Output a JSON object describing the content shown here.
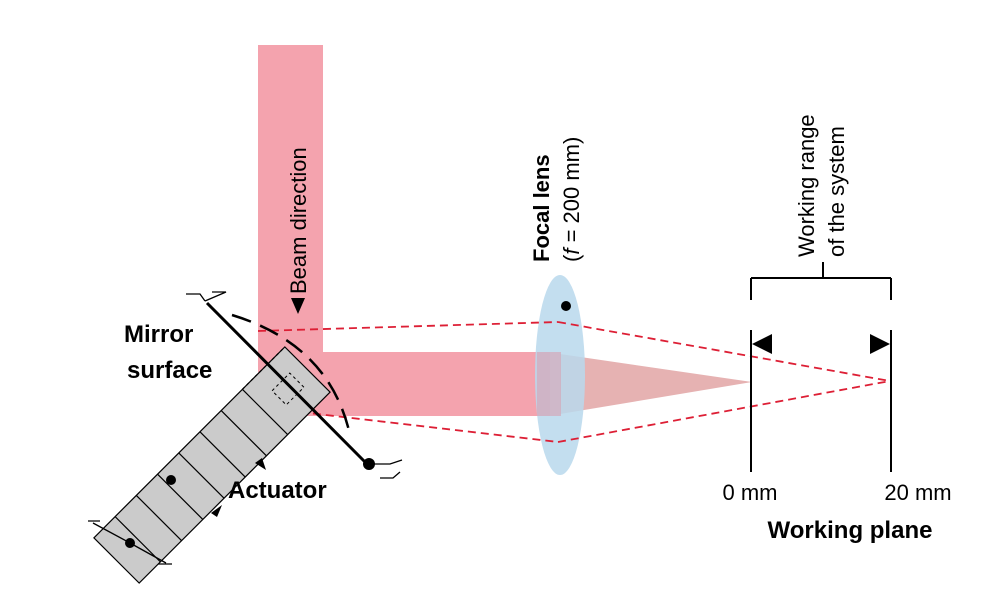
{
  "labels": {
    "beam_direction": "Beam direction",
    "mirror_line1": "Mirror",
    "mirror_line2": "surface",
    "actuator": "Actuator",
    "focal_lens_title": "Focal lens",
    "focal_lens_paren_open": "(",
    "focal_lens_f": "f",
    "focal_lens_value": " = 200 mm)",
    "working_range_line1": "Working range",
    "working_range_line2": "of the system",
    "zero_mm": "0 mm",
    "twenty_mm": "20 mm",
    "working_plane": "Working plane"
  },
  "colors": {
    "beam": "#f4a3ae",
    "focus_cone": "#e6b2b2",
    "lens": "#b8d8ec",
    "lens_overlap": "#d4a8b9",
    "actuator_fill": "#cbcbcb",
    "dashed_ray": "#dd1f35",
    "line": "#000000"
  }
}
